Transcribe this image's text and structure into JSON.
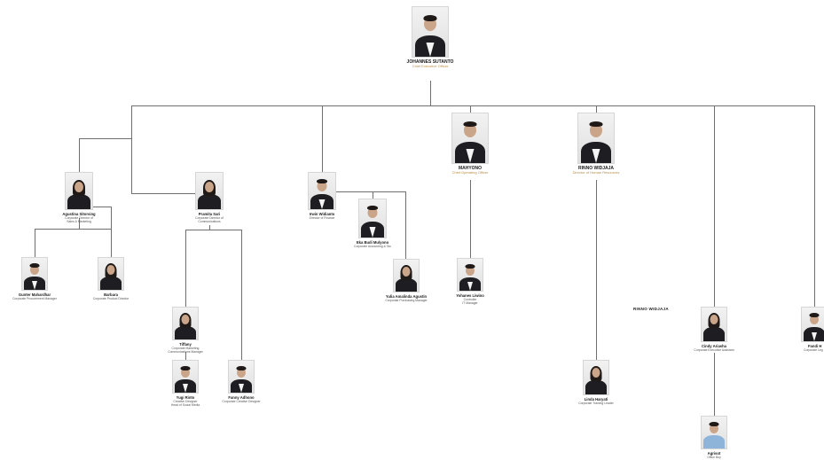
{
  "chart": {
    "people": {
      "ceo": {
        "name": "JOHANNES SUTANTO",
        "title": "Chief Executive Officer",
        "icon": "male-executive-photo"
      },
      "agustina": {
        "name": "Agustina Sitorsing",
        "title": "Corporate Director of",
        "title2": "Sales & Marketing",
        "icon": "female-executive-photo"
      },
      "gunter": {
        "name": "Gunter Mahardhar",
        "title": "Corporate Procurement Manager",
        "icon": "male-executive-photo"
      },
      "barbara": {
        "name": "Barbara",
        "title": "Corporate Product Director",
        "icon": "female-executive-photo"
      },
      "pramita": {
        "name": "Pramita Sari",
        "title": "Corporate Director of",
        "title2": "Communications",
        "icon": "female-executive-photo"
      },
      "tiffany": {
        "name": "Tiffany",
        "title": "Corporate Marketing",
        "title2": "Communications Manager",
        "icon": "female-executive-photo"
      },
      "yugi": {
        "name": "Yugi Rinto",
        "title": "Creative Designer",
        "title2": "Head of Social Media",
        "icon": "male-executive-photo"
      },
      "fanny": {
        "name": "Fanny Adhono",
        "title": "Corporate Creative Designer",
        "icon": "male-executive-photo"
      },
      "irwin": {
        "name": "Irwin Widianto",
        "title": "Director of Finance",
        "icon": "male-executive-photo"
      },
      "eka": {
        "name": "Eka Budi Mulyono",
        "title": "Corporate Accounting & Tax",
        "icon": "male-executive-photo"
      },
      "yulia": {
        "name": "Yulia Amalinda Agustin",
        "title": "Corporate Purchasing Manager",
        "icon": "female-executive-photo"
      },
      "mahyono": {
        "name": "MAHYONO",
        "title": "Chief Operating Officer",
        "icon": "male-executive-photo"
      },
      "yohanes": {
        "name": "Yohanes Liwino",
        "title": "Controller",
        "title2": "IT Manager",
        "icon": "male-executive-photo"
      },
      "rinno": {
        "name": "RINNO WIDJAJA",
        "title": "Director of Human Resources",
        "icon": "male-executive-photo"
      },
      "linda": {
        "name": "Linda Haryati",
        "title": "Corporate Training Leader",
        "icon": "female-executive-photo"
      },
      "cindy": {
        "name": "Cindy Ariasha",
        "title": "Corporate Executive Assistant",
        "icon": "female-executive-photo"
      },
      "agrisot": {
        "name": "Agrisot",
        "title": "Office Boy",
        "icon": "male-staff-photo"
      },
      "fandi": {
        "name": "Fandi H",
        "title": "Corporate Leg",
        "icon": "male-executive-photo"
      }
    },
    "floating_label": "RINNO WIDJAJA",
    "colors": {
      "line": "#6f6f6f",
      "gold": "#b98f4a"
    }
  }
}
